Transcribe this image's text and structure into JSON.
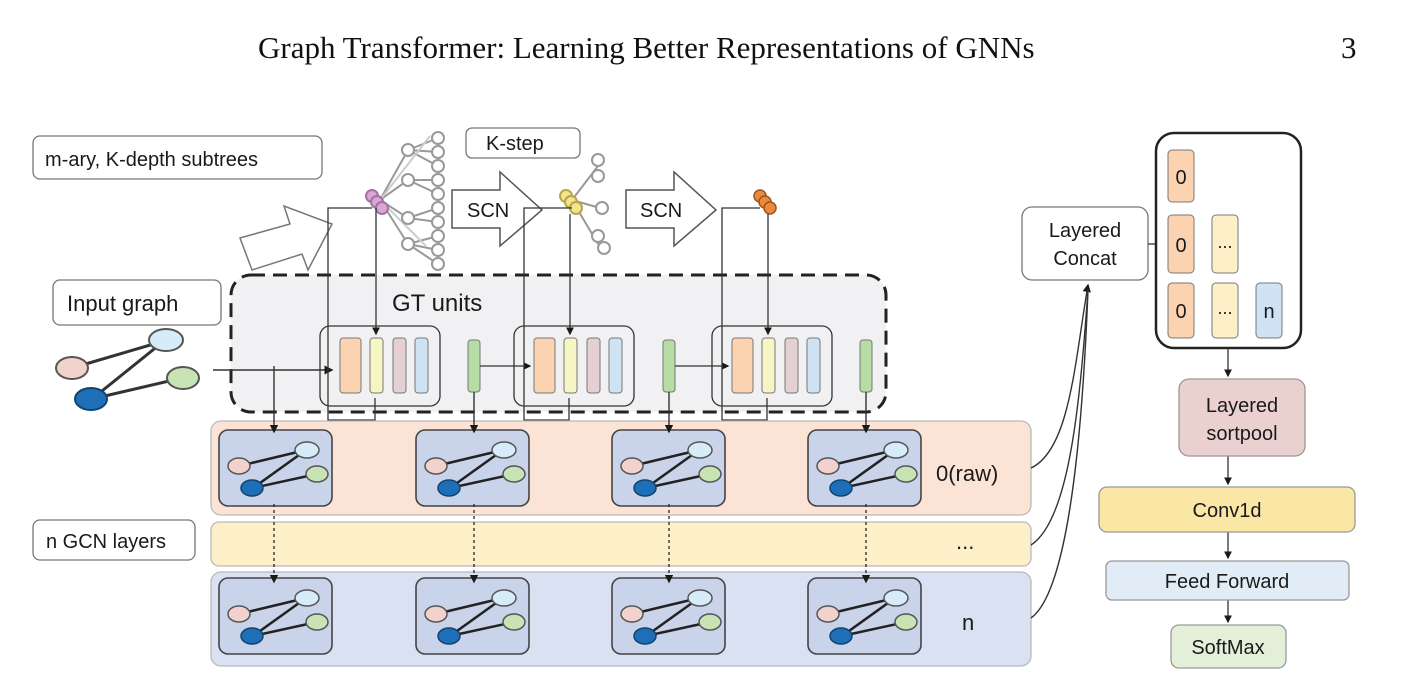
{
  "header": {
    "title": "Graph Transformer: Learning Better Representations of GNNs",
    "page_number": "3"
  },
  "figure": {
    "subtree_label": "m-ary, K-depth subtrees",
    "kstep_label": "K-step",
    "scn_label": "SCN",
    "input_label": "Input graph",
    "gt_units_label": "GT units",
    "gcn_label": "n GCN layers",
    "row_raw_label": "0(raw)",
    "row_mid_label": "...",
    "row_n_label": "n",
    "concat_label_1": "Layered",
    "concat_label_2": "Concat",
    "stack_zero": "0",
    "stack_dots": "...",
    "stack_n": "n",
    "sortpool_label_1": "Layered",
    "sortpool_label_2": "sortpool",
    "conv_label": "Conv1d",
    "ff_label": "Feed Forward",
    "softmax_label": "SoftMax",
    "colors": {
      "row_raw_fill": "#fbe3d6",
      "row_mid_fill": "#fdf0c8",
      "row_n_fill": "#d9e1f2",
      "graph_tile_fill": "#c9d3ea",
      "node_pink": "#f2d2cc",
      "node_lightblue": "#d6ecf9",
      "node_green": "#c8e3b4",
      "node_darkblue": "#1f6fb8",
      "bar_orange": "#fbd3b0",
      "bar_yellow": "#f6f6c4",
      "bar_mauve": "#e4cfd2",
      "bar_blue": "#cfe3f5",
      "bar_green": "#b8dca5",
      "sortpool_fill": "#ebd0d0",
      "conv_fill": "#fae7a6",
      "ff_fill": "#e1ecf7",
      "softmax_fill": "#e4efda",
      "gt_box_fill": "#f1f1f3"
    }
  }
}
